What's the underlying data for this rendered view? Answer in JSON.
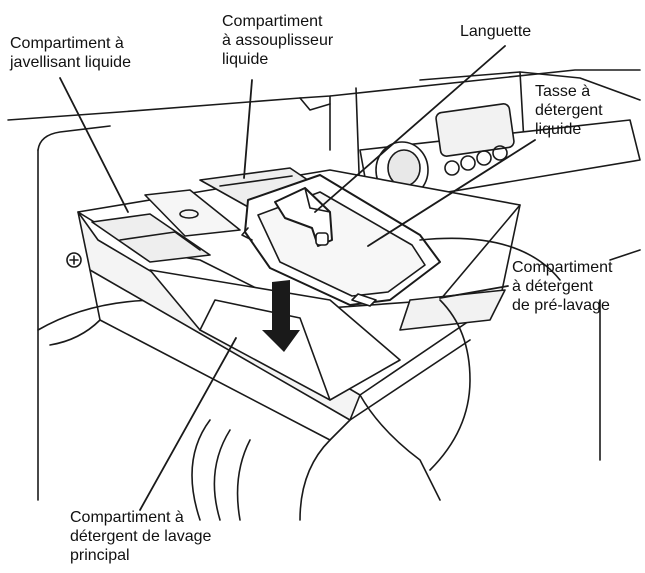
{
  "labels": {
    "bleach": [
      "Compartiment à",
      "javellisant liquide"
    ],
    "softener": [
      "Compartiment",
      "à assouplisseur",
      "liquide"
    ],
    "tab": [
      "Languette"
    ],
    "cup": [
      "Tasse à",
      "détergent",
      "liquide"
    ],
    "prewash": [
      "Compartiment",
      "à détergent",
      "de pré-lavage"
    ],
    "mainwash": [
      "Compartiment à",
      "détergent de lavage",
      "principal"
    ]
  },
  "colors": {
    "line": "#1a1a1a",
    "shade": "#dcdcdc",
    "text": "#111111"
  }
}
